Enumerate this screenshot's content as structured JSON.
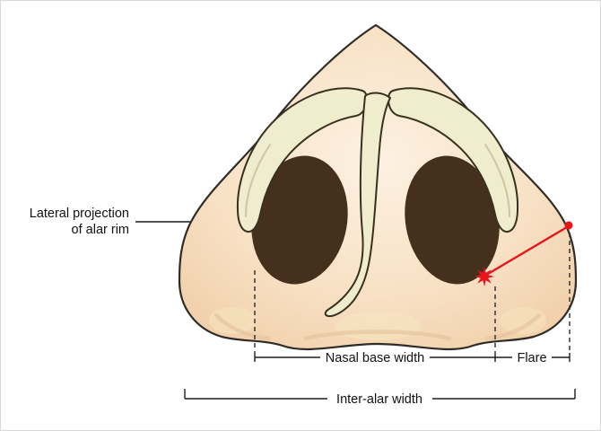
{
  "figure": {
    "labels": {
      "lateral_projection_line1": "Lateral projection",
      "lateral_projection_line2": "of alar rim",
      "nasal_base_width": "Nasal base width",
      "flare": "Flare",
      "inter_alar_width": "Inter-alar width"
    },
    "colors": {
      "skin_highlight": "#fdf1e2",
      "skin": "#f8e2c6",
      "skin_edge": "#f0cda6",
      "cartilage": "#f0ecce",
      "nostril": "#45301d",
      "outline": "#2f2b26",
      "accent_red": "#e8151c",
      "line": "#1c1c1c"
    }
  }
}
